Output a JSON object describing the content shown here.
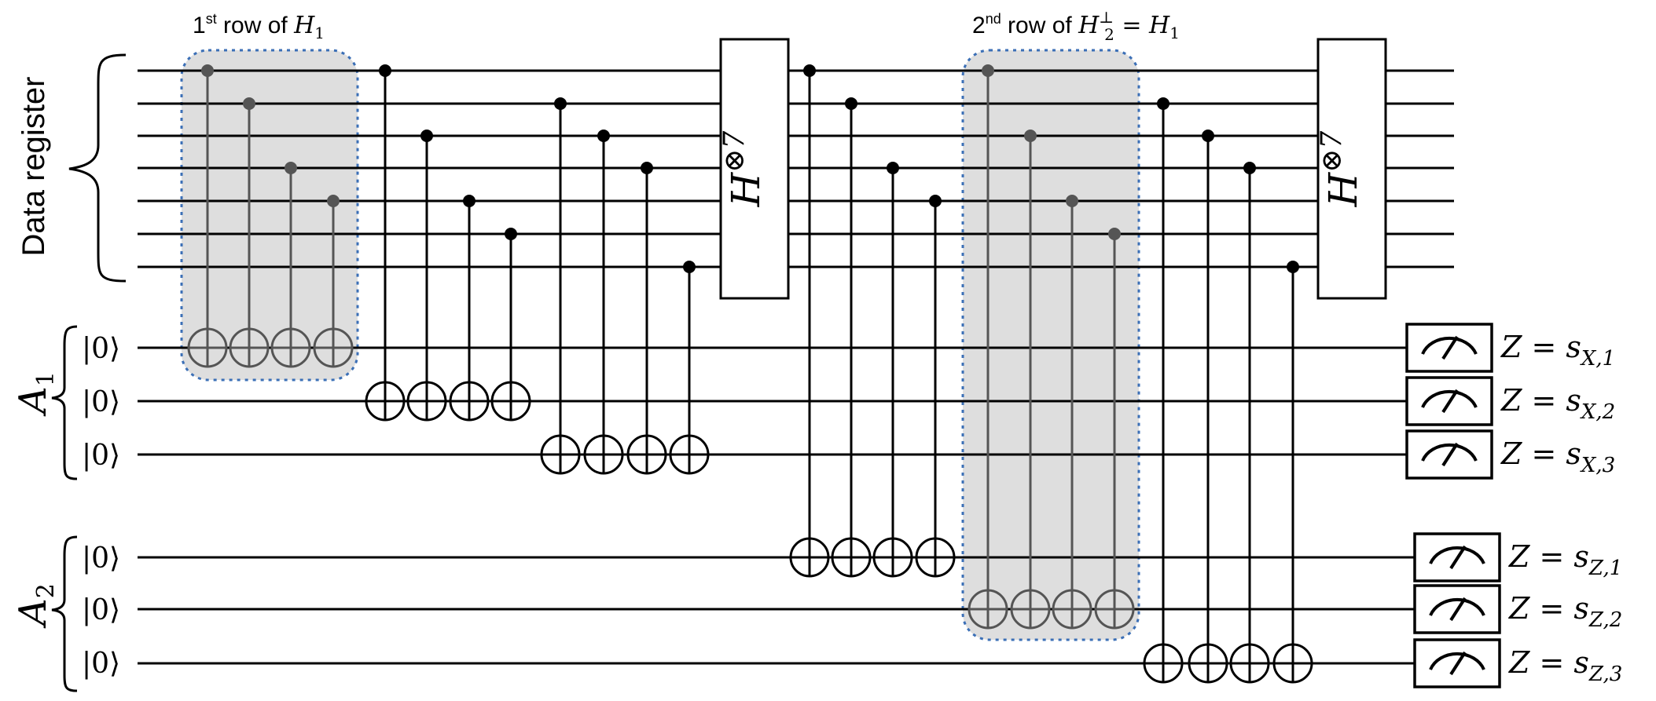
{
  "labels": {
    "data_register": "Data register",
    "a1_base": "A",
    "a1_sub": "1",
    "a2_base": "A",
    "a2_sub": "2"
  },
  "ket_zero": "|0⟩",
  "gate_label": {
    "base": "H",
    "sup": "⊗7"
  },
  "annotations": {
    "first": {
      "ord": "1",
      "ord_sup": "st",
      "text": " row of ",
      "H": "H",
      "H_sub": "1"
    },
    "second": {
      "ord": "2",
      "ord_sup": "nd",
      "text": " row of ",
      "H": "H",
      "sub": "2",
      "sup": "⊥",
      "eq": " = ",
      "H2": "H",
      "H2_sub": "1"
    }
  },
  "measurements": [
    {
      "prefix": "Z = s",
      "sub": "X,1"
    },
    {
      "prefix": "Z = s",
      "sub": "X,2"
    },
    {
      "prefix": "Z = s",
      "sub": "X,3"
    },
    {
      "prefix": "Z = s",
      "sub": "Z,1"
    },
    {
      "prefix": "Z = s",
      "sub": "Z,2"
    },
    {
      "prefix": "Z = s",
      "sub": "Z,3"
    }
  ],
  "colors": {
    "wire": "#000000",
    "highlight_fill": "#dedede",
    "highlight_border": "#3b6fb6",
    "highlighted_gate": "#555555"
  },
  "icons": {
    "measurement": "meter-icon",
    "control": "control-dot-icon",
    "target": "cnot-target-icon"
  }
}
